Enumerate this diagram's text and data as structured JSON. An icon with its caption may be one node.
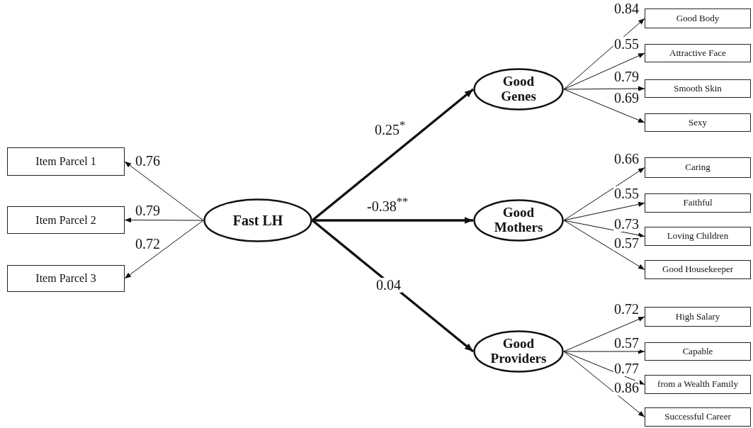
{
  "diagram": {
    "nodes": [
      {
        "text": [
          "Fast LH"
        ]
      },
      {
        "text": [
          "Good Genes"
        ]
      },
      {
        "text": [
          "Good Mothers"
        ]
      },
      {
        "text": [
          "Good Providers"
        ]
      },
      {
        "text": [
          "Item Parcel 1"
        ]
      },
      {
        "text": [
          "Item Parcel 2"
        ]
      },
      {
        "text": [
          "Item Parcel 3"
        ]
      },
      {
        "text": [
          "Good Body"
        ]
      },
      {
        "text": [
          "Attractive Face"
        ]
      },
      {
        "text": [
          "Smooth Skin"
        ]
      },
      {
        "text": [
          "Sexy"
        ]
      },
      {
        "text": [
          "Caring"
        ]
      },
      {
        "text": [
          "Faithful"
        ]
      },
      {
        "text": [
          "Loving Children"
        ]
      },
      {
        "text": [
          "Good Housekeeper"
        ]
      },
      {
        "text": [
          "High Salary"
        ]
      },
      {
        "text": [
          "Capable"
        ]
      },
      {
        "text": [
          "from a Wealth Family"
        ]
      },
      {
        "text": [
          "Successful Career"
        ]
      }
    ],
    "edges": [
      {
        "from": 0,
        "to": 4,
        "arrow": "to",
        "label": "0.76"
      },
      {
        "from": 0,
        "to": 5,
        "arrow": "to",
        "label": "0.79"
      },
      {
        "from": 0,
        "to": 6,
        "arrow": "to",
        "label": "0.72"
      },
      {
        "from": 0,
        "to": 1,
        "arrow": "to",
        "label": "0.25$^{*}$",
        "style": "thick"
      },
      {
        "from": 0,
        "to": 2,
        "arrow": "to",
        "label": "-0.38$^{**}$",
        "style": "thick"
      },
      {
        "from": 0,
        "to": 3,
        "arrow": "to",
        "label": "0.04",
        "style": "thick"
      },
      {
        "from": 1,
        "to": 7,
        "arrow": "to",
        "label": "0.84"
      },
      {
        "from": 1,
        "to": 8,
        "arrow": "to",
        "label": "0.55"
      },
      {
        "from": 1,
        "to": 9,
        "arrow": "to",
        "label": "0.79"
      },
      {
        "from": 1,
        "to": 10,
        "arrow": "to",
        "label": "0.69"
      },
      {
        "from": 2,
        "to": 11,
        "arrow": "to",
        "label": "0.66"
      },
      {
        "from": 2,
        "to": 12,
        "arrow": "to",
        "label": "0.55"
      },
      {
        "from": 2,
        "to": 13,
        "arrow": "to",
        "label": "0.73"
      },
      {
        "from": 2,
        "to": 14,
        "arrow": "to",
        "label": "0.57"
      },
      {
        "from": 3,
        "to": 15,
        "arrow": "to",
        "label": "0.72"
      },
      {
        "from": 3,
        "to": 16,
        "arrow": "to",
        "label": "0.57"
      },
      {
        "from": 3,
        "to": 17,
        "arrow": "to",
        "label": "0.77"
      },
      {
        "from": 3,
        "to": 18,
        "arrow": "to",
        "label": "0.86"
      }
    ]
  }
}
